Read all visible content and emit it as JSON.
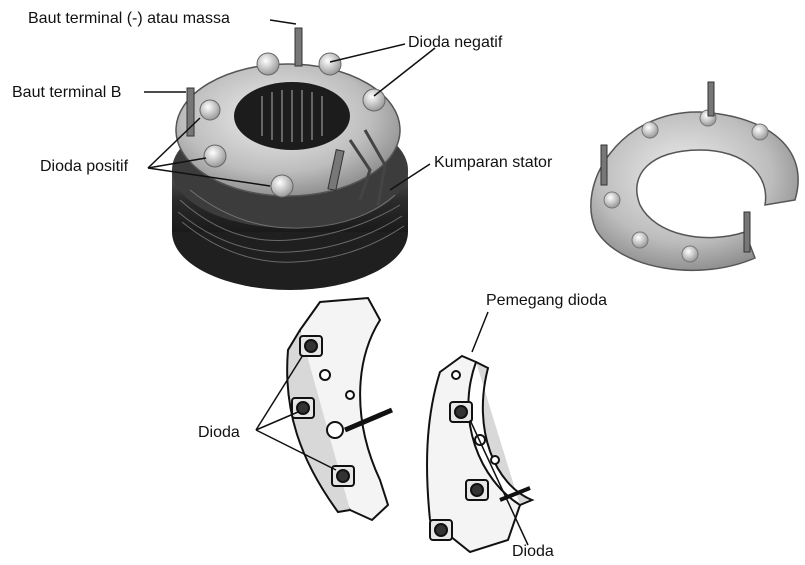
{
  "labels": {
    "ground_bolt": "Baut terminal (-) atau massa",
    "negative_diode": "Dioda negatif",
    "b_terminal_bolt": "Baut terminal B",
    "positive_diode": "Dioda positif",
    "stator_coil": "Kumparan stator",
    "diode_holder": "Pemegang dioda",
    "diode_left": "Dioda",
    "diode_right": "Dioda"
  },
  "colors": {
    "ink": "#111111",
    "metal_light": "#d9d9d9",
    "metal_mid": "#a9a9a9",
    "metal_dark": "#4a4a4a",
    "coil": "#3a3a3a"
  }
}
